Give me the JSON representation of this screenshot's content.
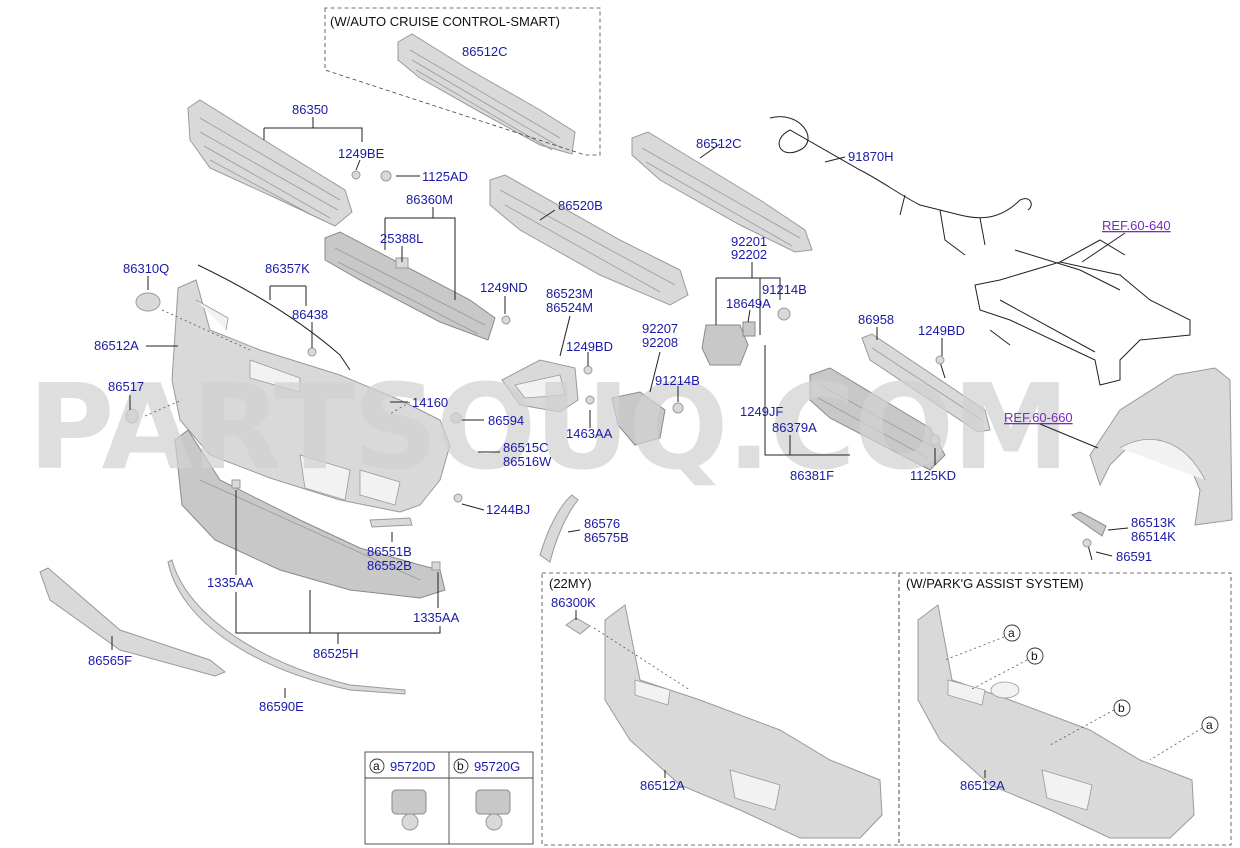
{
  "watermark": "PARTSOUQ.COM",
  "colors": {
    "label": "#1a1aa8",
    "reference_link": "#7a2bbf",
    "part_fill": "#d9d9d9",
    "watermark": "#d2d2d2"
  },
  "headers": {
    "acc_smart": "(W/AUTO CRUISE CONTROL-SMART)",
    "my22": "(22MY)",
    "park_assist": "(W/PARK'G ASSIST SYSTEM)"
  },
  "references": {
    "ref_640": "REF.60-640",
    "ref_660": "REF.60-660"
  },
  "labels": {
    "p86512C_top": "86512C",
    "p86350": "86350",
    "p1249BE": "1249BE",
    "p1125AD": "1125AD",
    "p86360M": "86360M",
    "p25388L": "25388L",
    "p86520B": "86520B",
    "p86512C_mid": "86512C",
    "p91870H": "91870H",
    "p92201": "92201",
    "p92202": "92202",
    "p91214B_top": "91214B",
    "p18649A": "18649A",
    "p86310Q": "86310Q",
    "p86357K": "86357K",
    "p86438": "86438",
    "p1249ND": "1249ND",
    "p86523M": "86523M",
    "p86524M": "86524M",
    "p1249BD_left": "1249BD",
    "p92207": "92207",
    "p92208": "92208",
    "p91214B_mid": "91214B",
    "p86958": "86958",
    "p1249BD_right": "1249BD",
    "p86512A_main": "86512A",
    "p86517": "86517",
    "p14160": "14160",
    "p86594": "86594",
    "p1463AA": "1463AA",
    "p1249JF": "1249JF",
    "p86379A": "86379A",
    "p86515C": "86515C",
    "p86516W": "86516W",
    "p86381F": "86381F",
    "p1125KD": "1125KD",
    "p1244BJ": "1244BJ",
    "p86576": "86576",
    "p86575B": "86575B",
    "p86513K": "86513K",
    "p86514K": "86514K",
    "p86551B": "86551B",
    "p86552B": "86552B",
    "p86591": "86591",
    "p1335AA_left": "1335AA",
    "p1335AA_right": "1335AA",
    "p86300K": "86300K",
    "p86525H": "86525H",
    "p86565F": "86565F",
    "p86590E": "86590E",
    "p86512A_22my": "86512A",
    "p86512A_park": "86512A"
  },
  "legend": {
    "a_letter": "a",
    "a_part": "95720D",
    "b_letter": "b",
    "b_part": "95720G"
  },
  "callouts": {
    "a": "a",
    "b": "b"
  }
}
